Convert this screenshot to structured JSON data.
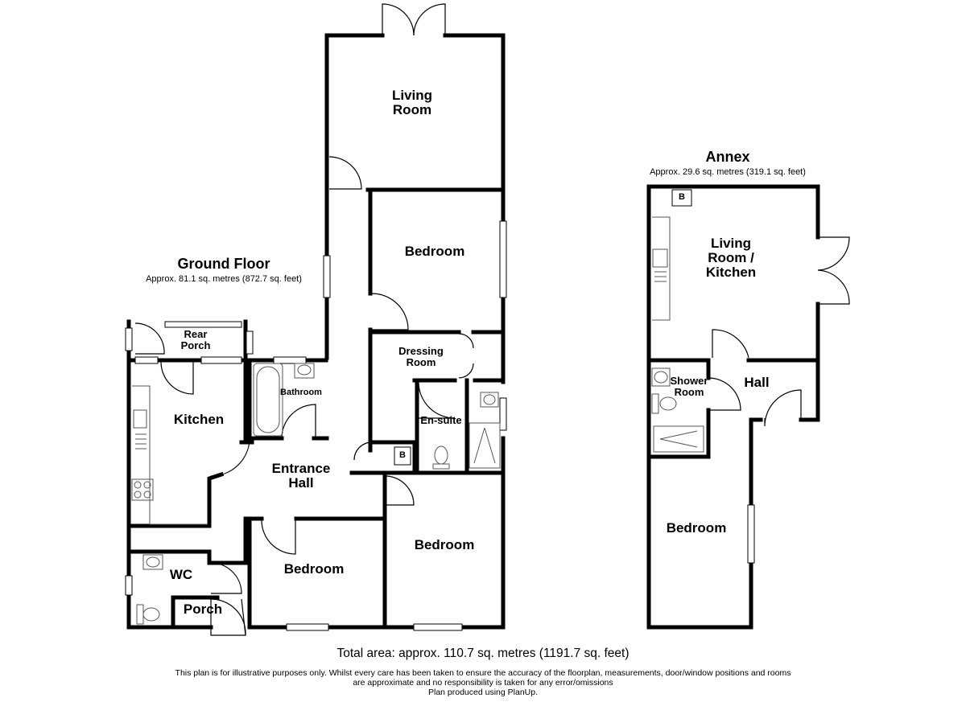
{
  "ground_floor": {
    "title": "Ground Floor",
    "area": "Approx. 81.1 sq. metres (872.7 sq. feet)",
    "rooms": {
      "living_room": "Living\nRoom",
      "bedroom_upper": "Bedroom",
      "dressing_room": "Dressing\nRoom",
      "en_suite": "En-suite",
      "rear_porch": "Rear\nPorch",
      "kitchen": "Kitchen",
      "bathroom": "Bathroom",
      "entrance_hall": "Entrance\nHall",
      "bedroom_right": "Bedroom",
      "bedroom_middle": "Bedroom",
      "wc": "WC",
      "porch": "Porch",
      "boiler": "B"
    }
  },
  "annex": {
    "title": "Annex",
    "area": "Approx. 29.6 sq. metres (319.1 sq. feet)",
    "rooms": {
      "living_kitchen": "Living\nRoom /\nKitchen",
      "shower_room": "Shower\nRoom",
      "hall": "Hall",
      "bedroom": "Bedroom",
      "boiler": "B"
    }
  },
  "total_area": "Total area: approx. 110.7 sq. metres (1191.7 sq. feet)",
  "disclaimer": {
    "line1": "This plan is for illustrative purposes only. Whilst every care has been taken to ensure the accuracy of the floorplan, measurements, door/window positions and rooms",
    "line2": "are approximate and no responsibility is taken for any error/omissions",
    "line3": "Plan produced using PlanUp."
  },
  "colors": {
    "wall": "#000000",
    "background": "#ffffff",
    "fixture": "#555555"
  }
}
